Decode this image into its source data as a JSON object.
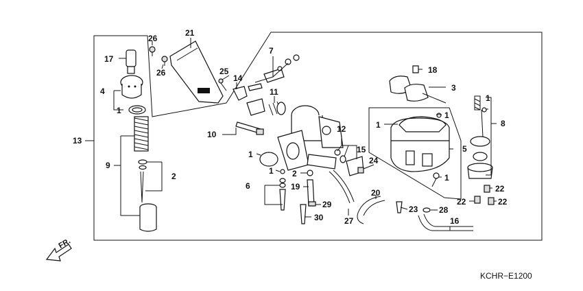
{
  "diagram_code": "KCHR−E1200",
  "direction_label": "FR.",
  "labels": {
    "l1_a": "1",
    "l1_b": "1",
    "l1_c": "1",
    "l1_d": "1",
    "l1_e": "1",
    "l1_f": "1",
    "l1_g": "1",
    "l2_a": "2",
    "l2_b": "2",
    "l3": "3",
    "l4": "4",
    "l5": "5",
    "l6": "6",
    "l7": "7",
    "l8": "8",
    "l9": "9",
    "l10": "10",
    "l11": "11",
    "l12": "12",
    "l13": "13",
    "l15": "15",
    "l14": "14",
    "l16": "16",
    "l17": "17",
    "l18": "18",
    "l19": "19",
    "l20": "20",
    "l21": "21",
    "l22_a": "22",
    "l22_b": "22",
    "l22_c": "22",
    "l23": "23",
    "l24": "24",
    "l25": "25",
    "l26_a": "26",
    "l26_b": "26",
    "l27": "27",
    "l28": "28",
    "l29": "29",
    "l30": "30"
  }
}
